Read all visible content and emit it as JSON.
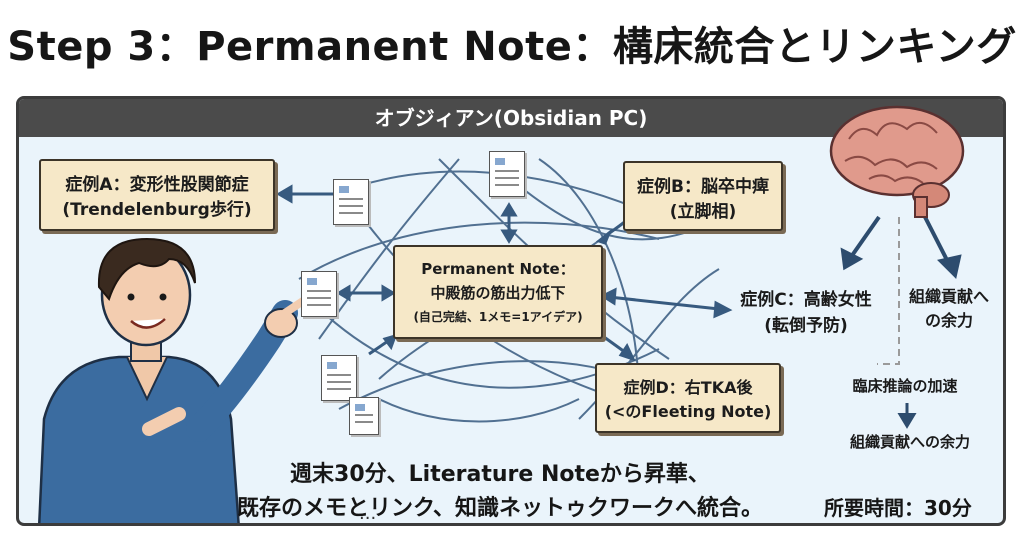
{
  "title": "Step 3：Permanent Note：構床統合とリンキング",
  "window": {
    "title": "オブジィアン(Obsidian PC)"
  },
  "notes": {
    "case_a": {
      "line1": "症例A：変形性股関節症",
      "line2": "(Trendelenburg歩行)"
    },
    "case_b": {
      "line1": "症例B：脳卒中痺",
      "line2": "(立脚相)"
    },
    "permanent": {
      "line1": "Permanent Note：",
      "line2": "中殿筋の筋出力低下",
      "line3": "(自己完結、1メモ=1アイデア)"
    },
    "case_c": {
      "line1": "症例C：高齢女性",
      "line2": "(転倒予防)"
    },
    "case_d": {
      "line1": "症例D：右TKA後",
      "line2": "(<のFleeting Note)"
    }
  },
  "brain_panel": {
    "right_label": "組織貢献への余力",
    "accel_label": "臨床推論の加速",
    "bottom_label": "組織貢献への余力"
  },
  "ellipsis": "...",
  "bottom_text": {
    "line1": "週末30分、Literature Noteから昇華、",
    "line2": "既存のメモとリンク、知識ネットゥクワークへ統合。"
  },
  "time_required": "所要時間：30分",
  "colors": {
    "window_bg": "#eaf4fb",
    "note_bg": "#f6e8c8",
    "line": "#375a7f",
    "titlebar": "#4b4b4b"
  }
}
